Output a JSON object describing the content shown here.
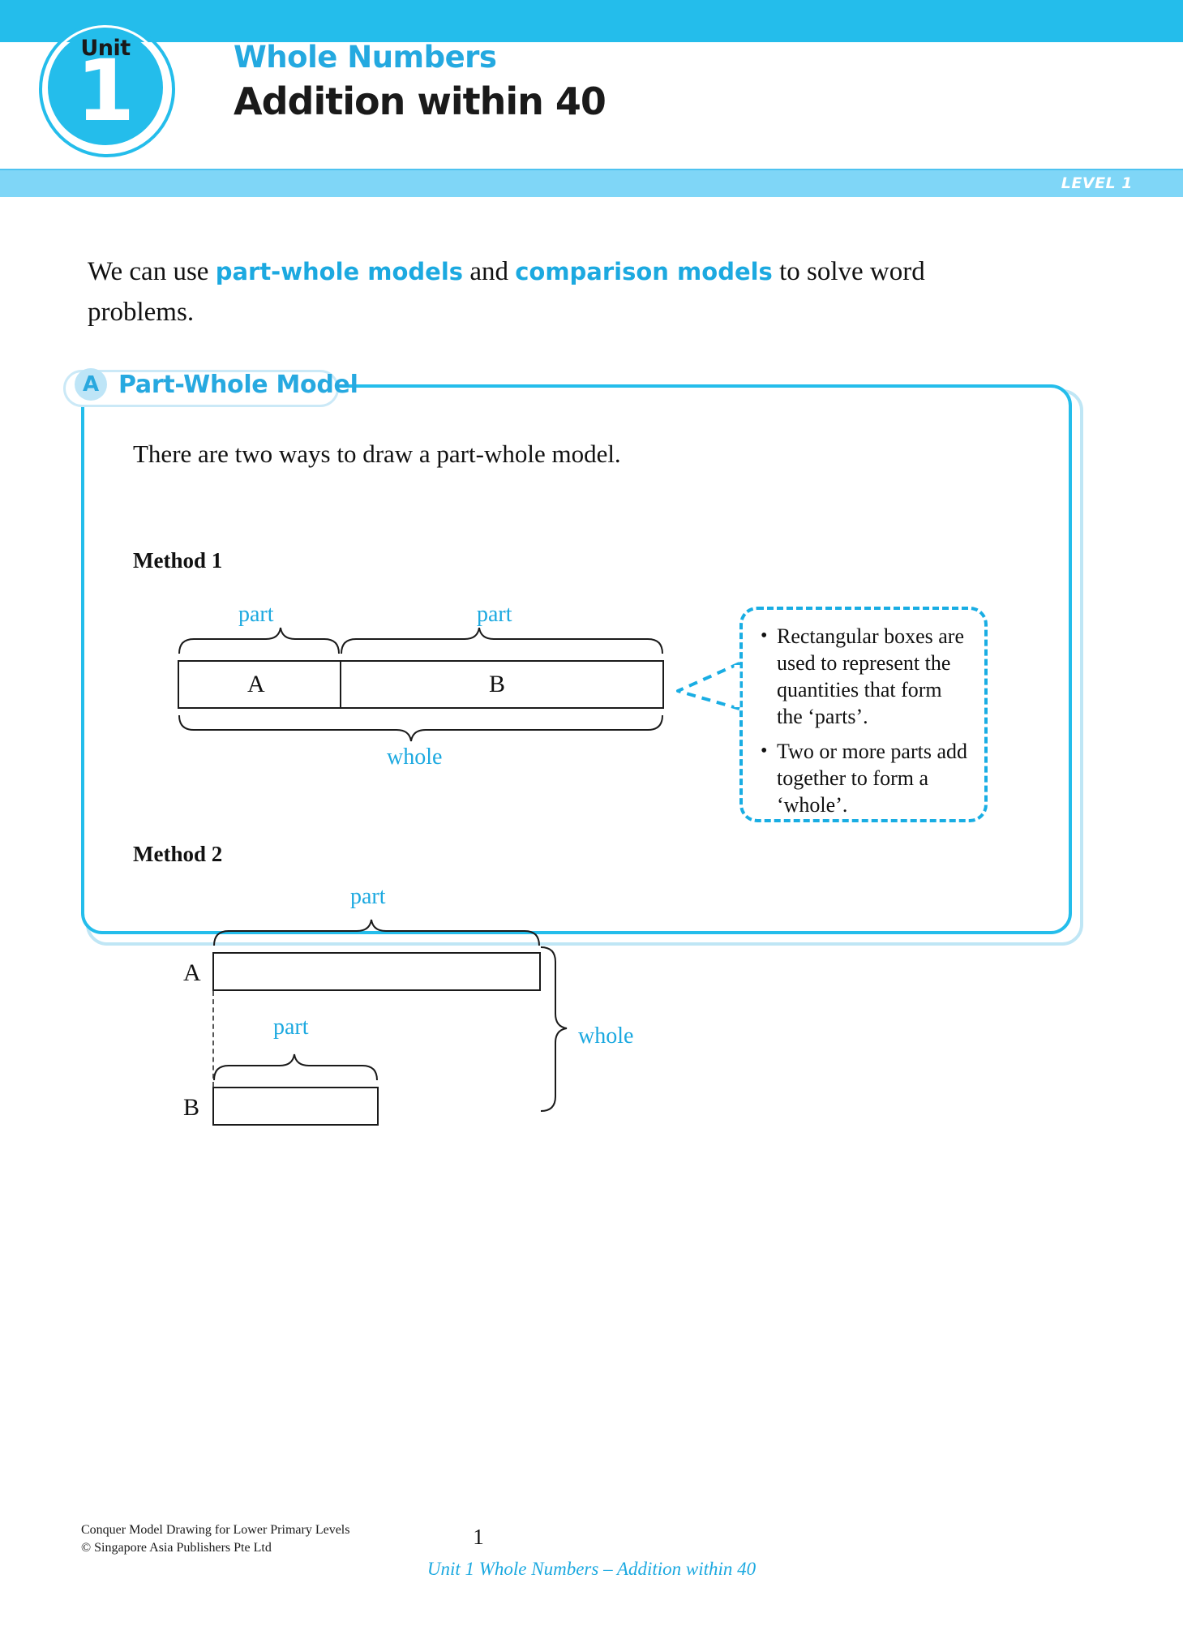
{
  "header": {
    "unit_word": "Unit",
    "unit_number": "1",
    "subject": "Whole Numbers",
    "topic": "Addition within 40",
    "level_label": "LEVEL 1",
    "accent_blue": "#24BDEB",
    "title_blue": "#24A9E0",
    "level_bar_blue": "#7FD6F7"
  },
  "intro": {
    "part1": "We can use ",
    "highlight1": "part-whole models",
    "part2": " and ",
    "highlight2": "comparison models",
    "part3": " to solve word problems."
  },
  "section_a": {
    "letter": "A",
    "title": "Part-Whole Model",
    "lead": "There are two ways to draw a part-whole model.",
    "method1": {
      "label": "Method 1",
      "part_left_label": "part",
      "part_right_label": "part",
      "whole_label": "whole",
      "box_a": "A",
      "box_b": "B"
    },
    "method2": {
      "label": "Method 2",
      "part_top_label": "part",
      "part_bottom_label": "part",
      "whole_label": "whole",
      "row_a": "A",
      "row_b": "B"
    },
    "callout": {
      "bullets": [
        "Rectangular boxes are used to represent the quantities that form the ‘parts’.",
        "Two or more parts add together to form a ‘whole’."
      ]
    }
  },
  "footer": {
    "book_title": "Conquer Model Drawing for Lower Primary Levels",
    "copyright": "© Singapore Asia Publishers Pte Ltd",
    "page_number": "1",
    "running_title": "Unit 1 Whole Numbers – Addition within 40"
  }
}
